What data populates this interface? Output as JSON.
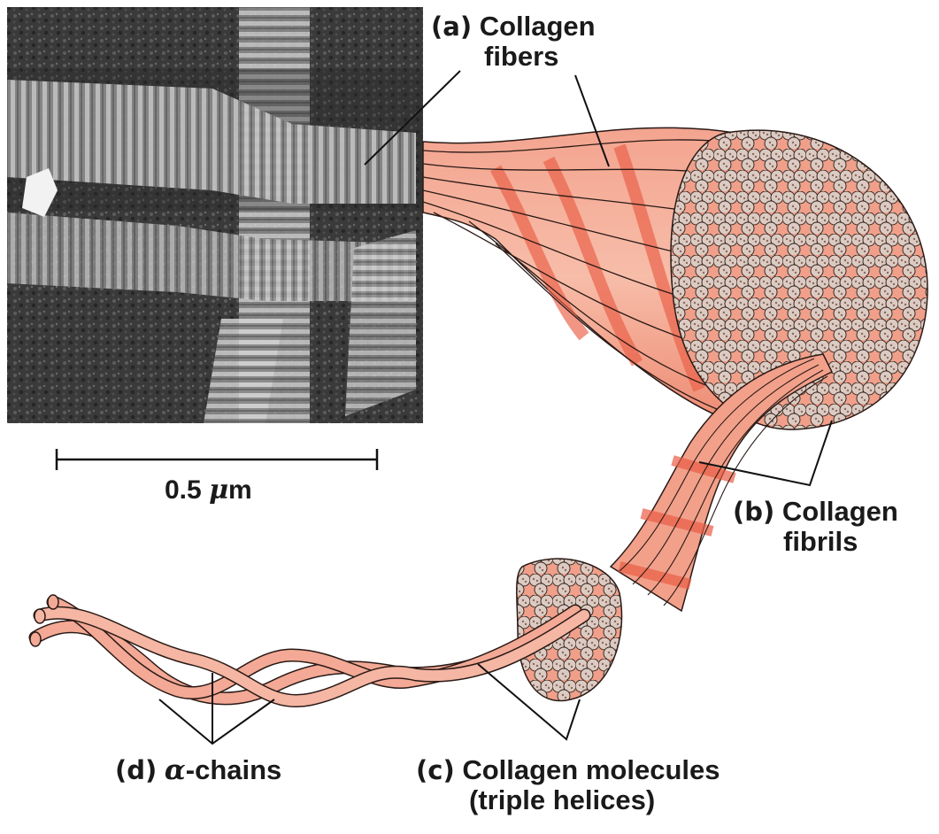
{
  "labels": {
    "a": {
      "tag": "(a)",
      "line1": "Collagen",
      "line2": "fibers"
    },
    "b": {
      "tag": "(b)",
      "line1": "Collagen",
      "line2": "fibrils"
    },
    "c": {
      "tag": "(c)",
      "line1": "Collagen molecules",
      "line2": "(triple helices)"
    },
    "d": {
      "tag": "(d)",
      "greek": "α",
      "rest": "-chains"
    }
  },
  "scale_bar": {
    "value": "0.5",
    "unit_greek": "μ",
    "unit_rest": "m"
  },
  "colors": {
    "fiber_light": "#f6b7a3",
    "fiber_dark": "#ef6f57",
    "fibril_end": "#d9c7be",
    "helix": "#f3a995",
    "micrograph_dark": "#2b2b2b",
    "micrograph_light": "#dcdcdc"
  }
}
